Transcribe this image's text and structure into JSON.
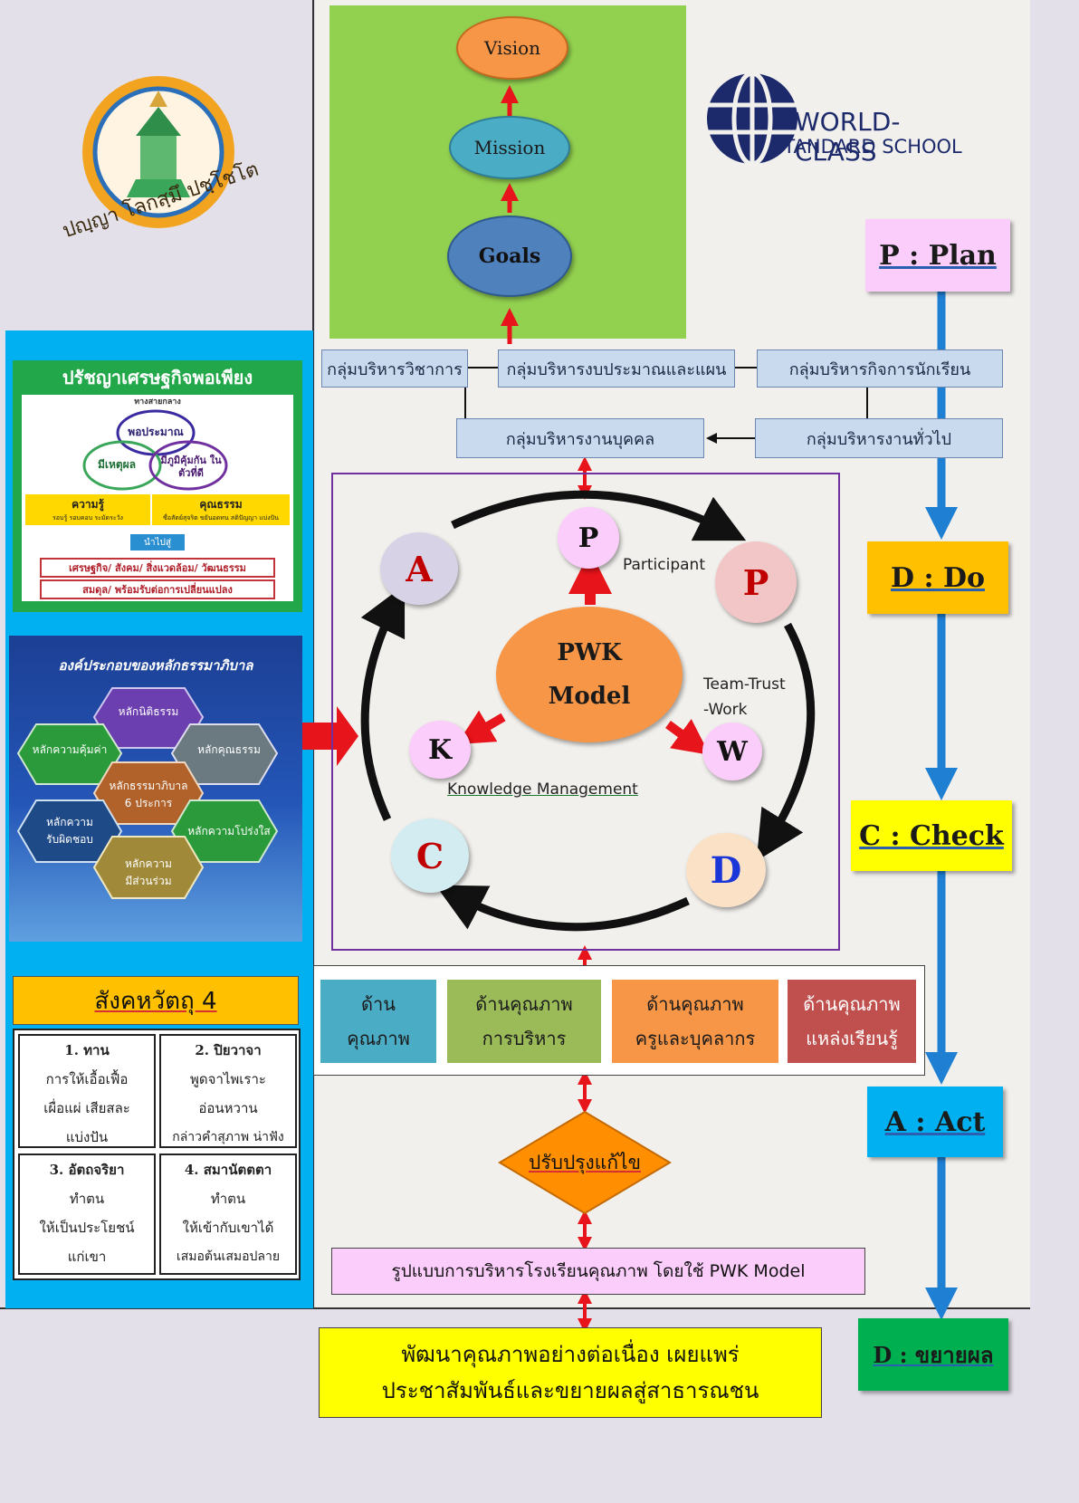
{
  "top": {
    "vision": "Vision",
    "mission": "Mission",
    "goals": "Goals"
  },
  "logo": {
    "school_motto": "ปญฺญา โลกสฺมึ ปชฺโชโต",
    "world_class_line1": "WORLD-CLASS",
    "world_class_line2": "STANDARD SCHOOL"
  },
  "groups": {
    "academic": "กลุ่มบริหารวิชาการ",
    "budget": "กลุ่มบริหารงบประมาณและแผน",
    "student": "กลุ่มบริหารกิจการนักเรียน",
    "personnel": "กลุ่มบริหารงานบุคคล",
    "general": "กลุ่มบริหารงานทั่วไป"
  },
  "pdca": {
    "plan": "P : Plan",
    "do": "D : Do",
    "check": "C : Check",
    "act": "A : Act",
    "expand": "D : ขยายผล"
  },
  "model": {
    "center_line1": "PWK",
    "center_line2": "Model",
    "p_small": "P",
    "participant": "Participant",
    "k": "K",
    "knowledge": "Knowledge  Management",
    "w": "W",
    "team_line1": "Team-Trust",
    "team_line2": "-Work",
    "a": "A",
    "p": "P",
    "c": "C",
    "d": "D"
  },
  "sufficiency": {
    "title": "ปรัชญาเศรษฐกิจพอเพียง",
    "middle_path": "ทางสายกลาง",
    "moderation": "พอประมาณ",
    "reasonable": "มีเหตุผล",
    "immunity": "มีภูมิคุ้มกัน ในตัวที่ดี",
    "knowledge": "ความรู้",
    "knowledge_sub": "รอบรู้ รอบคอบ ระมัดระวัง",
    "virtue": "คุณธรรม",
    "virtue_sub": "ซื่อสัตย์สุจริต ขยันอดทน สติปัญญา แบ่งปัน",
    "leads_to": "นำไปสู่",
    "row1": "เศรษฐกิจ/ สังคม/ สิ่งแวดล้อม/ วัฒนธรรม",
    "row2": "สมดุล/ พร้อมรับต่อการเปลี่ยนแปลง"
  },
  "governance": {
    "title": "องค์ประกอบของหลักธรรมาภิบาล",
    "rule_of_law": "หลักนิติธรรม",
    "value": "หลักความคุ้มค่า",
    "morality": "หลักคุณธรรม",
    "center_line1": "หลักธรรมาภิบาล",
    "center_line2": "6 ประการ",
    "accountability_line1": "หลักความ",
    "accountability_line2": "รับผิดชอบ",
    "transparency": "หลักความโปร่งใส",
    "participation_line1": "หลักความ",
    "participation_line2": "มีส่วนร่วม"
  },
  "sangkhaha": {
    "title": "สังคหวัตถุ 4",
    "c1_title": "1. ทาน",
    "c1_l1": "การให้เอื้อเฟื้อ",
    "c1_l2": "เผื่อแผ่  เสียสละ",
    "c1_l3": "แบ่งปัน",
    "c2_title": "2. ปิยวาจา",
    "c2_l1": "พูดจาไพเราะ",
    "c2_l2": "อ่อนหวาน",
    "c2_l3": "กล่าวคำสุภาพ น่าฟัง",
    "c3_title": "3. อัตถจริยา",
    "c3_l1": "ทำตน",
    "c3_l2": "ให้เป็นประโยชน์",
    "c3_l3": "แก่เขา",
    "c4_title": "4. สมานัตตตา",
    "c4_l1": "ทำตน",
    "c4_l2": "ให้เข้ากับเขาได้",
    "c4_l3": "เสมอต้นเสมอปลาย"
  },
  "quality": {
    "q1_line1": "ด้าน",
    "q1_line2": "คุณภาพ",
    "q2_line1": "ด้านคุณภาพ",
    "q2_line2": "การบริหาร",
    "q3_line1": "ด้านคุณภาพ",
    "q3_line2": "ครูและบุคลากร",
    "q4_line1": "ด้านคุณภาพ",
    "q4_line2": "แหล่งเรียนรู้"
  },
  "improve": "ปรับปรุงแก้ไข",
  "pwk_model_box": "รูปแบบการบริหารโรงเรียนคุณภาพ โดยใช้ PWK Model",
  "final": {
    "line1": "พัฒนาคุณภาพอย่างต่อเนื่อง เผยแพร่",
    "line2": "ประชาสัมพันธ์และขยายผลสู่สาธารณชน"
  },
  "colors": {
    "green_panel": "#92d050",
    "blue_panel": "#00b0f0",
    "arrow_red": "#e8141b",
    "arrow_blue": "#1f7fd2",
    "plan": "#fbcdfa",
    "do": "#ffc000",
    "check": "#ffff00",
    "act": "#00b0f0",
    "expand": "#00b050"
  }
}
